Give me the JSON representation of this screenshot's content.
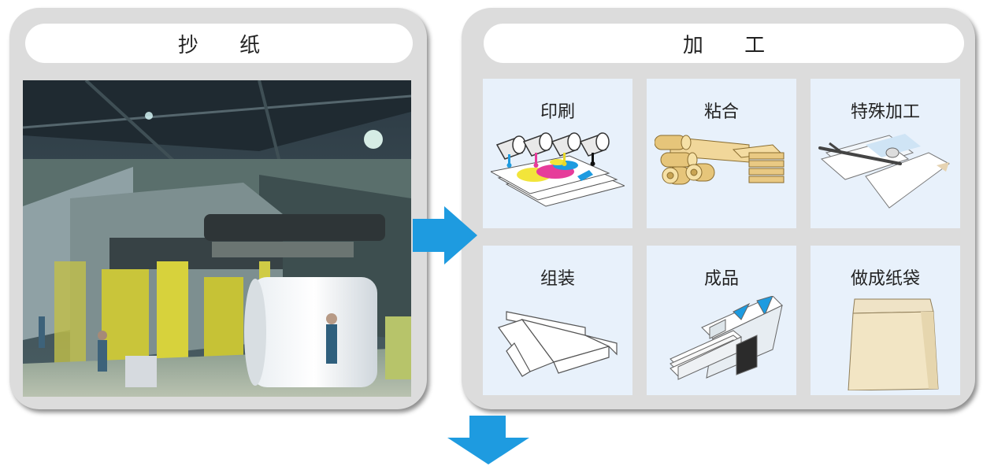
{
  "stages": {
    "papermaking": {
      "title": "抄 纸",
      "image": "paper-machine-photo"
    },
    "processing": {
      "title": "加 工",
      "steps": [
        {
          "label": "印刷",
          "icon": "printing-icon"
        },
        {
          "label": "粘合",
          "icon": "laminating-icon"
        },
        {
          "label": "特殊加工",
          "icon": "special-processing-icon"
        },
        {
          "label": "组装",
          "icon": "assembly-icon"
        },
        {
          "label": "成品",
          "icon": "finished-product-icon"
        },
        {
          "label": "做成纸袋",
          "icon": "paper-bag-icon"
        }
      ]
    }
  },
  "colors": {
    "panel": "#dcdcdc",
    "tile": "#e8f1fb",
    "arrow": "#1e9be0"
  }
}
